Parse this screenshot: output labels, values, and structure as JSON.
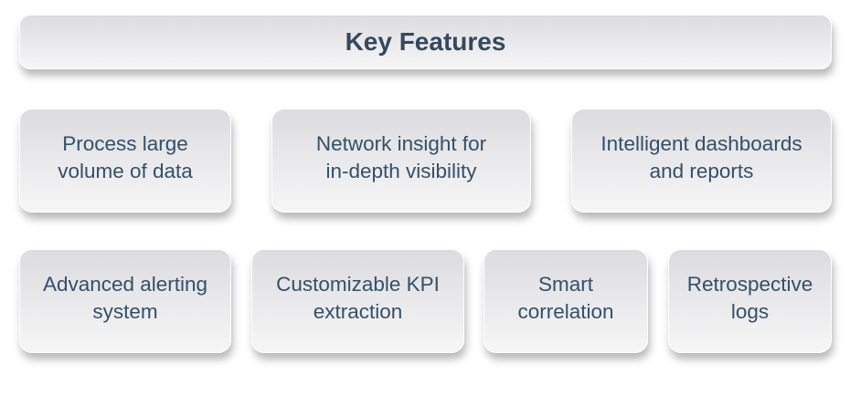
{
  "title": "Key Features",
  "colors": {
    "text": "#32506a",
    "box_top": "#dcdcdf",
    "box_bottom": "#f6f6f7"
  },
  "features": [
    {
      "line1": "Process large",
      "line2": "volume of data"
    },
    {
      "line1": "Network insight for",
      "line2": "in-depth visibility"
    },
    {
      "line1": "Intelligent dashboards",
      "line2": "and reports"
    },
    {
      "line1": "Advanced alerting",
      "line2": "system"
    },
    {
      "line1": "Customizable KPI",
      "line2": "extraction"
    },
    {
      "line1": "Smart",
      "line2": "correlation"
    },
    {
      "line1": "Retrospective",
      "line2": "logs"
    }
  ]
}
